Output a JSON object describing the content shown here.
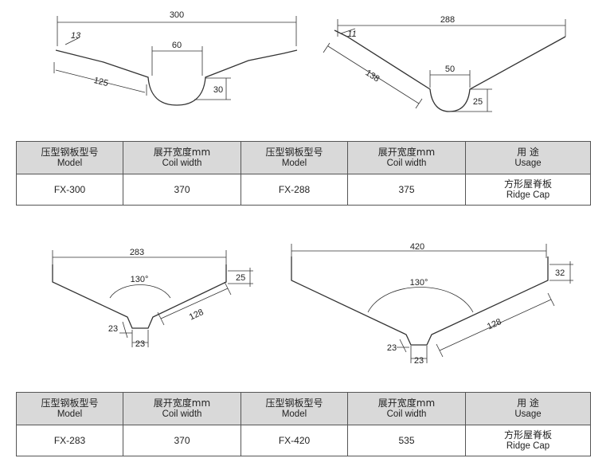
{
  "diagrams": {
    "fx300": {
      "total": "300",
      "edge": "13",
      "side": "125",
      "arc_width": "60",
      "arc_depth": "30"
    },
    "fx288": {
      "total": "288",
      "edge": "11",
      "side": "138",
      "arc_width": "50",
      "arc_depth": "25"
    },
    "fx283": {
      "total": "283",
      "lip": "25",
      "angle": "130°",
      "side": "128",
      "bottom_side": "23",
      "bottom_width": "23"
    },
    "fx420": {
      "total": "420",
      "lip": "32",
      "angle": "130°",
      "side": "128",
      "bottom_side": "23",
      "bottom_width": "23"
    }
  },
  "headers": {
    "model_zh": "压型钢板型号",
    "model_en": "Model",
    "coil_zh": "展开宽度mm",
    "coil_en": "Coil width",
    "usage_zh": "用 途",
    "usage_en": "Usage"
  },
  "table1": {
    "model_a": "FX-300",
    "coil_a": "370",
    "model_b": "FX-288",
    "coil_b": "375",
    "usage_zh": "方形屋脊板",
    "usage_en": "Ridge Cap"
  },
  "table2": {
    "model_a": "FX-283",
    "coil_a": "370",
    "model_b": "FX-420",
    "coil_b": "535",
    "usage_zh": "方形屋脊板",
    "usage_en": "Ridge Cap"
  }
}
